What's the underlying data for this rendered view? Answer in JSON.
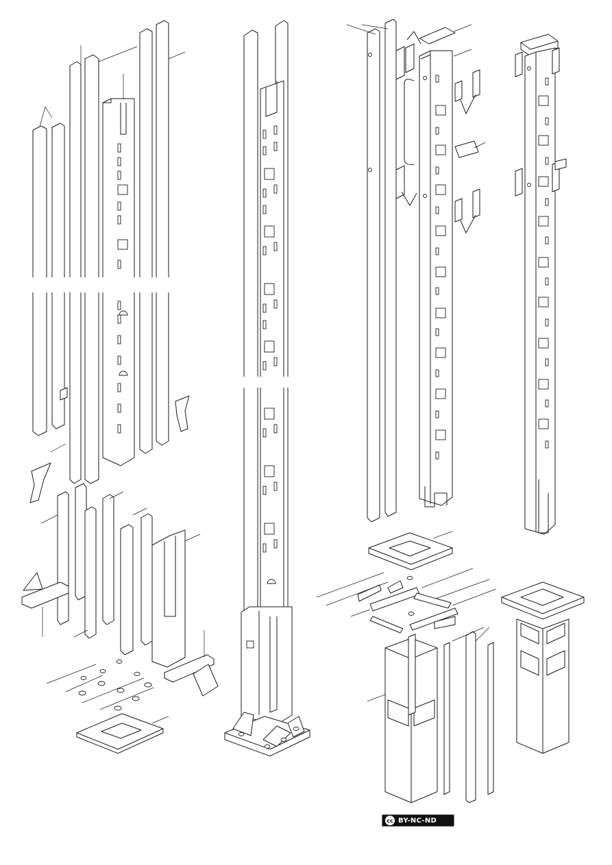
{
  "license": {
    "cc_mark": "cc",
    "text": "BY-NC-ND"
  },
  "figures": [
    {
      "name": "exploded-channel-post",
      "assembly": "left"
    },
    {
      "name": "assembled-post-with-base-plate",
      "assembly": "center"
    },
    {
      "name": "rectangular-tube-post-exploded",
      "assembly": "right-top"
    },
    {
      "name": "square-tube-post-assembled",
      "assembly": "far-right"
    },
    {
      "name": "base-shoe-exploded",
      "assembly": "right-bottom"
    },
    {
      "name": "base-shoe-assembled",
      "assembly": "far-right-bottom"
    }
  ],
  "colors": {
    "line": "#1a1a1a",
    "paper": "#ffffff",
    "badge": "#111111"
  }
}
